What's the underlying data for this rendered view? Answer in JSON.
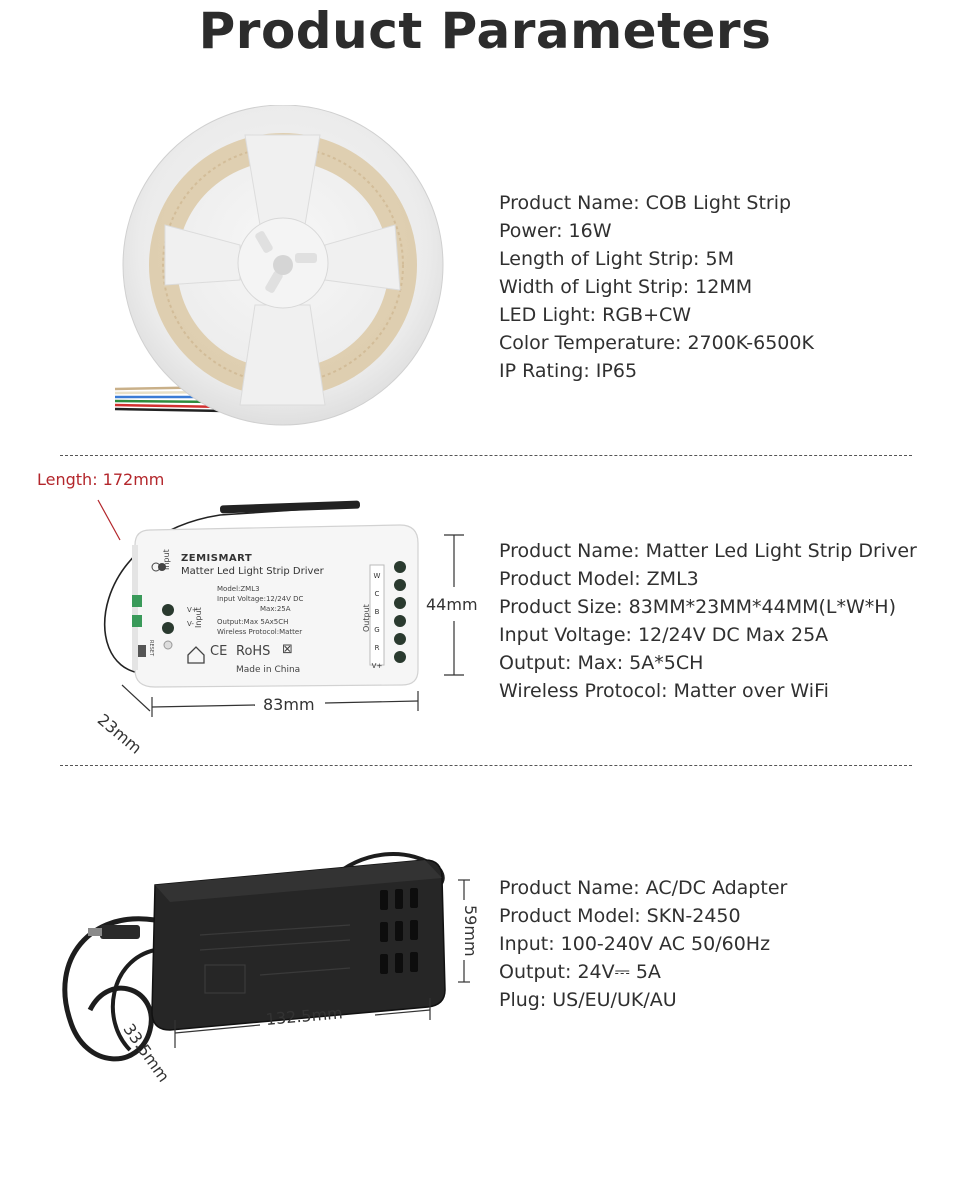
{
  "page": {
    "title": "Product Parameters"
  },
  "products": [
    {
      "id": "cob-strip",
      "specs": [
        "Product Name: COB Light Strip",
        "Power: 16W",
        "Length of Light Strip: 5M",
        "Width of Light Strip: 12MM",
        "LED Light: RGB+CW",
        "Color Temperature: 2700K-6500K",
        "IP Rating: IP65"
      ]
    },
    {
      "id": "strip-driver",
      "specs": [
        "Product Name: Matter Led Light Strip Driver",
        "Product Model: ZML3",
        "Product Size: 83MM*23MM*44MM(L*W*H)",
        "Input Voltage: 12/24V DC  Max 25A",
        "Output: Max: 5A*5CH",
        "Wireless Protocol: Matter over WiFi"
      ],
      "dimensions": {
        "cable_length": "Length: 172mm",
        "height": "44mm",
        "length": "83mm",
        "width": "23mm"
      },
      "device_label": {
        "brand": "ZEMISMART",
        "name": "Matter Led Light Strip Driver",
        "model": "Model:ZML3",
        "input_voltage": "Input Voltage:12/24V DC",
        "max_current": "Max:25A",
        "output": "Output:Max 5Ax5CH",
        "protocol": "Wireless Protocol:Matter",
        "made_in": "Made in China",
        "ce": "CE",
        "rohs": "RoHS",
        "input": "Input",
        "output_side": "Output",
        "reset": "RESET",
        "input_plus": "V+",
        "input_minus": "V-",
        "terminals": [
          "W",
          "C",
          "B",
          "G",
          "R",
          "V+"
        ]
      }
    },
    {
      "id": "adapter",
      "specs": [
        "Product Name: AC/DC Adapter",
        "Product Model: SKN-2450",
        "Input: 100-240V AC   50/60Hz",
        "Output: 24V⎓ 5A",
        "Plug: US/EU/UK/AU"
      ],
      "dimensions": {
        "height": "59mm",
        "length": "132.5mm",
        "width": "33.5mm"
      }
    }
  ],
  "colors": {
    "title": "#2c2c2c",
    "text": "#303030",
    "cable_label": "#b3262b"
  }
}
